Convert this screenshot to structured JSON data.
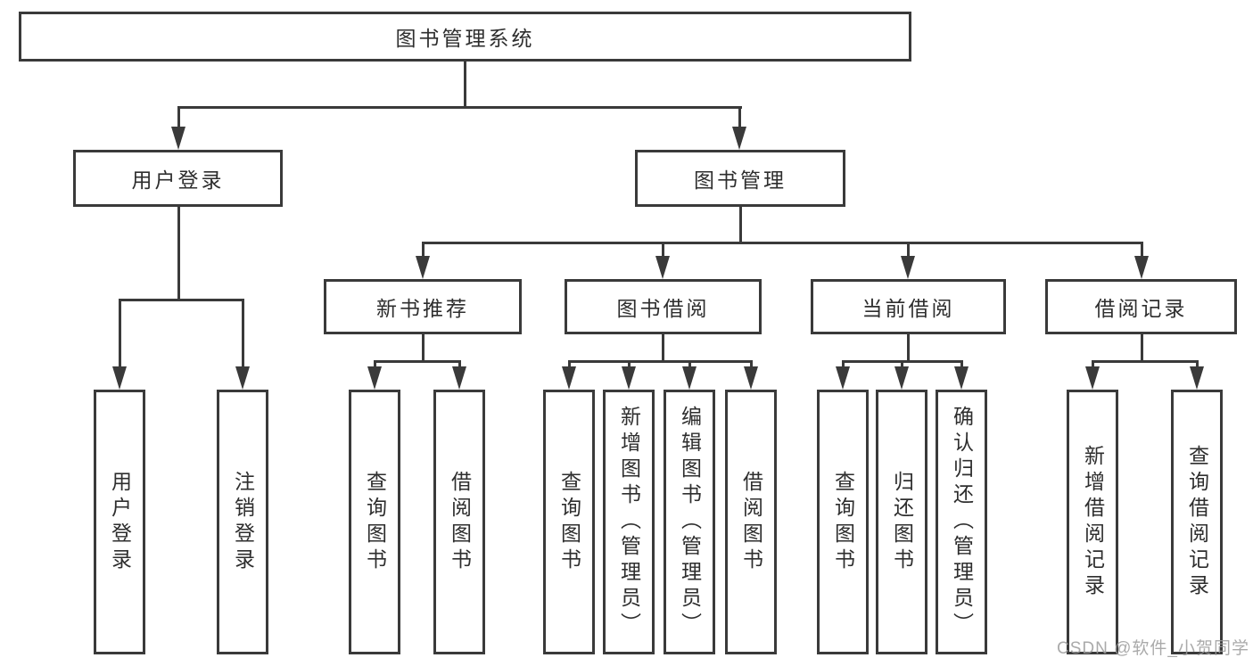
{
  "tree": {
    "root": {
      "label": "图书管理系统"
    },
    "level2": [
      {
        "id": "user-login-module",
        "label": "用户登录"
      },
      {
        "id": "book-management-module",
        "label": "图书管理"
      }
    ],
    "level3": [
      {
        "id": "new-book-recommendation",
        "parent": "图书管理",
        "label": "新书推荐"
      },
      {
        "id": "book-borrowing",
        "parent": "图书管理",
        "label": "图书借阅"
      },
      {
        "id": "current-borrowing",
        "parent": "图书管理",
        "label": "当前借阅"
      },
      {
        "id": "borrowing-records",
        "parent": "图书管理",
        "label": "借阅记录"
      }
    ],
    "leaves": [
      {
        "parent": "用户登录",
        "label": "用户登录"
      },
      {
        "parent": "用户登录",
        "label": "注销登录"
      },
      {
        "parent": "新书推荐",
        "label": "查询图书"
      },
      {
        "parent": "新书推荐",
        "label": "借阅图书"
      },
      {
        "parent": "图书借阅",
        "label": "查询图书"
      },
      {
        "parent": "图书借阅",
        "label": "新增图书（管理员）"
      },
      {
        "parent": "图书借阅",
        "label": "编辑图书（管理员）"
      },
      {
        "parent": "图书借阅",
        "label": "借阅图书"
      },
      {
        "parent": "当前借阅",
        "label": "查询图书"
      },
      {
        "parent": "当前借阅",
        "label": "归还图书"
      },
      {
        "parent": "当前借阅",
        "label": "确认归还（管理员）"
      },
      {
        "parent": "借阅记录",
        "label": "新增借阅记录"
      },
      {
        "parent": "借阅记录",
        "label": "查询借阅记录"
      }
    ]
  },
  "watermark": {
    "text": "CSDN @软件_小贺同学"
  },
  "colors": {
    "line": "#3a3a3a",
    "text": "#2e2e2e",
    "background": "#ffffff",
    "watermark": "#9c9c9c"
  }
}
